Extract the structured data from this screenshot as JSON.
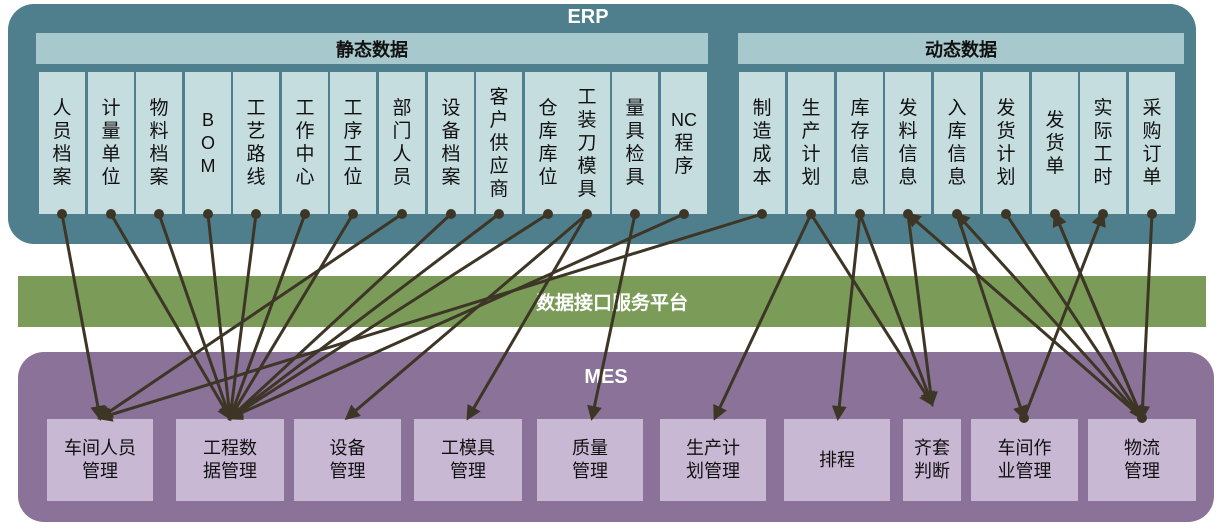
{
  "erp": {
    "title": "ERP",
    "static_header": "静态数据",
    "dynamic_header": "动态数据",
    "static_items": [
      {
        "id": "renyuan",
        "label": "人员档案"
      },
      {
        "id": "jiliang",
        "label": "计量单位"
      },
      {
        "id": "wuliao",
        "label": "物料档案"
      },
      {
        "id": "bom",
        "label": "BOM"
      },
      {
        "id": "gongyi",
        "label": "工艺路线"
      },
      {
        "id": "gongzuo",
        "label": "工作中心"
      },
      {
        "id": "gongxu",
        "label": "工序工位"
      },
      {
        "id": "bumen",
        "label": "部门人员"
      },
      {
        "id": "shebei",
        "label": "设备档案"
      },
      {
        "id": "kehu",
        "label": "客户供应商"
      },
      {
        "id": "cangku",
        "label": "仓库库位"
      },
      {
        "id": "gongzhuang",
        "label": "工装刀模具"
      },
      {
        "id": "liangju",
        "label": "量具检具"
      },
      {
        "id": "nc",
        "label": "NC程序"
      }
    ],
    "dynamic_items": [
      {
        "id": "zhizao",
        "label": "制造成本"
      },
      {
        "id": "shengchan",
        "label": "生产计划"
      },
      {
        "id": "kucun",
        "label": "库存信息"
      },
      {
        "id": "faliao",
        "label": "发料信息"
      },
      {
        "id": "ruku",
        "label": "入库信息"
      },
      {
        "id": "fahuojihua",
        "label": "发货计划"
      },
      {
        "id": "fahuodan",
        "label": "发货单"
      },
      {
        "id": "shiji",
        "label": "实际工时"
      },
      {
        "id": "caigou",
        "label": "采购订单"
      }
    ]
  },
  "platform": {
    "label": "数据接口服务平台"
  },
  "mes": {
    "title": "MES",
    "modules": [
      {
        "id": "chejianrenyuan",
        "line1": "车间人员",
        "line2": "管理"
      },
      {
        "id": "gongcheng",
        "line1": "工程数",
        "line2": "据管理"
      },
      {
        "id": "shebeiguanli",
        "line1": "设备",
        "line2": "管理"
      },
      {
        "id": "gongmoju",
        "line1": "工模具",
        "line2": "管理"
      },
      {
        "id": "zhiliang",
        "line1": "质量",
        "line2": "管理"
      },
      {
        "id": "shengchanjihua",
        "line1": "生产计",
        "line2": "划管理"
      },
      {
        "id": "paicheng",
        "line1": "排程",
        "line2": ""
      },
      {
        "id": "qitao",
        "line1": "齐套",
        "line2": "判断"
      },
      {
        "id": "chejianzuoye",
        "line1": "车间作",
        "line2": "业管理"
      },
      {
        "id": "wuliu",
        "line1": "物流",
        "line2": "管理"
      }
    ]
  },
  "connections": [
    {
      "from": "renyuan",
      "to": "chejianrenyuan",
      "arrow": "down"
    },
    {
      "from": "bumen",
      "to": "chejianrenyuan",
      "arrow": "down"
    },
    {
      "from": "zhizao",
      "to": "chejianrenyuan",
      "arrow": "down"
    },
    {
      "from": "jiliang",
      "to": "gongcheng",
      "arrow": "down"
    },
    {
      "from": "wuliao",
      "to": "gongcheng",
      "arrow": "down"
    },
    {
      "from": "bom",
      "to": "gongcheng",
      "arrow": "down"
    },
    {
      "from": "gongyi",
      "to": "gongcheng",
      "arrow": "down"
    },
    {
      "from": "gongzuo",
      "to": "gongcheng",
      "arrow": "down"
    },
    {
      "from": "gongxu",
      "to": "gongcheng",
      "arrow": "down"
    },
    {
      "from": "shebei",
      "to": "gongcheng",
      "arrow": "down"
    },
    {
      "from": "kehu",
      "to": "gongcheng",
      "arrow": "down"
    },
    {
      "from": "cangku",
      "to": "gongcheng",
      "arrow": "down"
    },
    {
      "from": "nc",
      "to": "gongcheng",
      "arrow": "down"
    },
    {
      "from": "gongzhuang",
      "to": "shebeiguanli",
      "arrow": "down"
    },
    {
      "from": "gongzhuang",
      "to": "gongmoju",
      "arrow": "down"
    },
    {
      "from": "liangju",
      "to": "zhiliang",
      "arrow": "down"
    },
    {
      "from": "shengchan",
      "to": "shengchanjihua",
      "arrow": "down"
    },
    {
      "from": "kucun",
      "to": "paicheng",
      "arrow": "down"
    },
    {
      "from": "shengchan",
      "to": "qitao",
      "arrow": "down"
    },
    {
      "from": "kucun",
      "to": "qitao",
      "arrow": "down"
    },
    {
      "from": "faliao",
      "to": "qitao",
      "arrow": "down"
    },
    {
      "from": "ruku",
      "to": "chejianzuoye",
      "arrow": "down"
    },
    {
      "from": "chejianzuoye",
      "to": "shiji",
      "arrow": "up"
    },
    {
      "from": "fahuojihua",
      "to": "wuliu",
      "arrow": "down"
    },
    {
      "from": "fahuodan",
      "to": "wuliu",
      "arrow": "down"
    },
    {
      "from": "caigou",
      "to": "wuliu",
      "arrow": "down"
    },
    {
      "from": "wuliu",
      "to": "faliao",
      "arrow": "up"
    },
    {
      "from": "wuliu",
      "to": "ruku",
      "arrow": "up"
    },
    {
      "from": "wuliu",
      "to": "fahuodan",
      "arrow": "up"
    }
  ]
}
